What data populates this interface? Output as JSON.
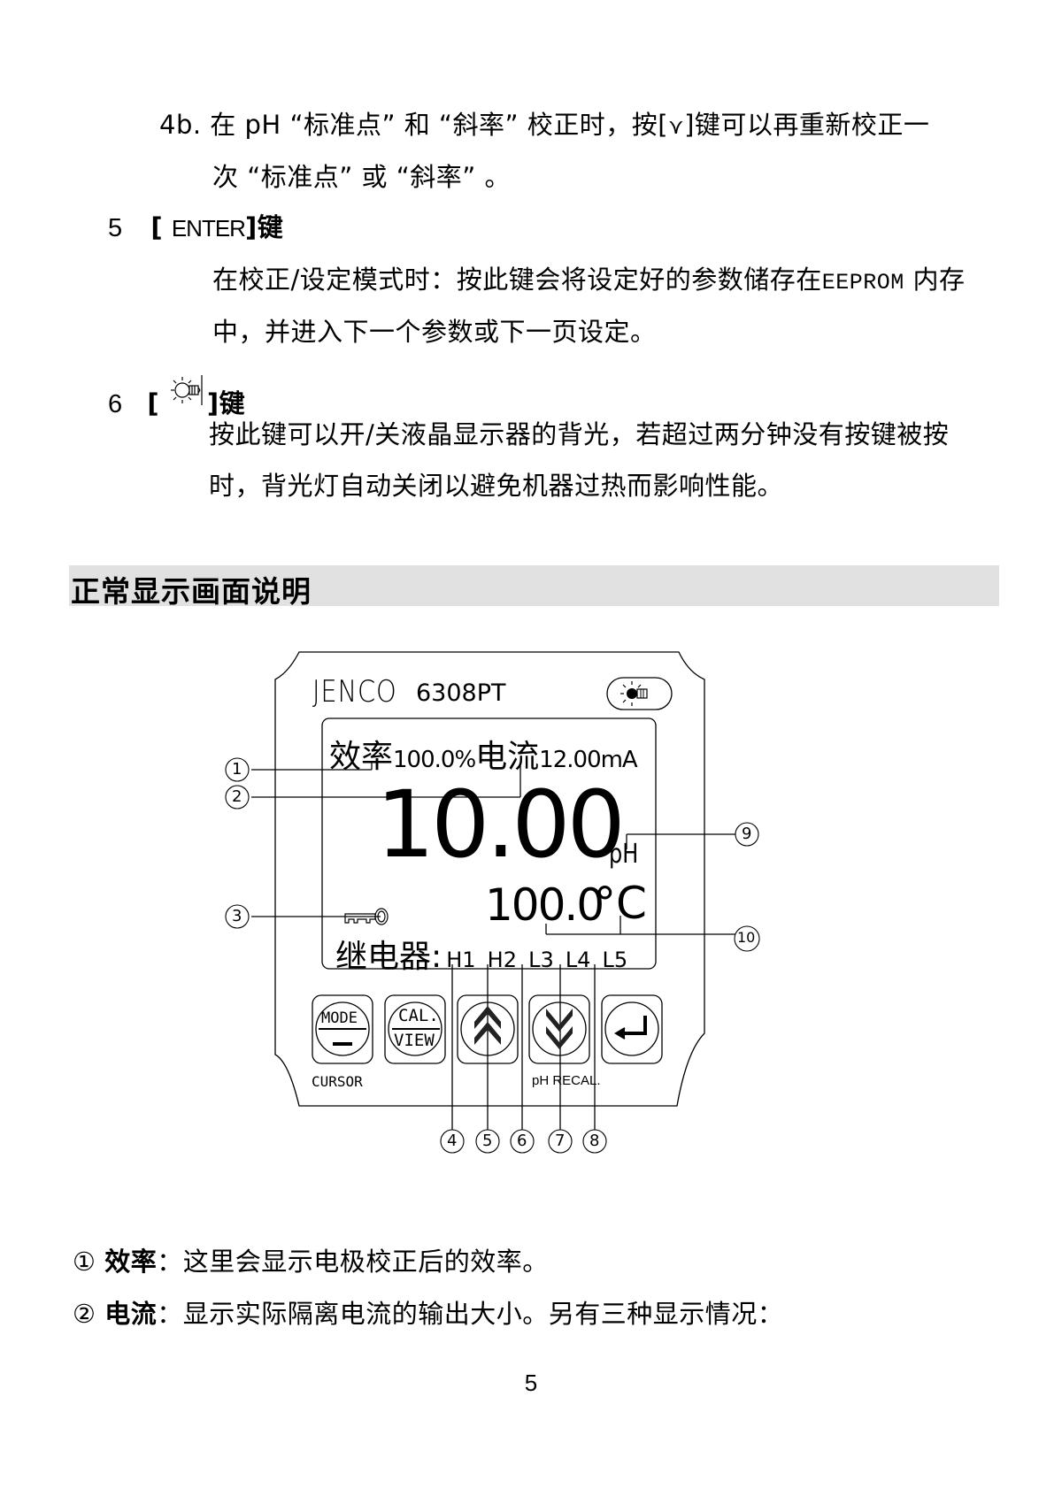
{
  "doc": {
    "item_4b": {
      "line1_prefix": "4b. 在 pH “标准点” 和 “斜率” 校正时，按[",
      "key_glyph": "⋎",
      "line1_suffix": "]键可以再重新校正一",
      "line2": "次 “标准点” 或 “斜率” 。"
    },
    "item_5": {
      "number": "5",
      "bracket_open": "[",
      "key_label": "ENTER",
      "bracket_close": "]键",
      "line1_prefix": "在校正/设定模式时：按此键会将设定好的参数储存在",
      "line1_mono": "EEPROM",
      "line1_suffix": " 内存",
      "line2": "中，并进入下一个参数或下一页设定。"
    },
    "item_6": {
      "number": "6",
      "bracket_open": "[",
      "key_icon": "backlight-bulb-icon",
      "bracket_close": "]键",
      "line1": "按此键可以开/关液晶显示器的背光，若超过两分钟没有按键被按",
      "line2": "时，背光灯自动关闭以避免机器过热而影响性能。"
    },
    "section_title": "正常显示画面说明",
    "legend": [
      {
        "marker": "①",
        "term": "效率",
        "sep": "：",
        "text": "这里会显示电极校正后的效率。"
      },
      {
        "marker": "②",
        "term": "电流",
        "sep": "：",
        "text": "显示实际隔离电流的输出大小。另有三种显示情况："
      }
    ],
    "page_number": "5"
  },
  "device": {
    "brand": "JENCO",
    "model": "6308PT",
    "backlight_button_icon": "backlight-bulb-icon",
    "lcd": {
      "efficiency_label": "效率",
      "efficiency_value": "100.0%",
      "current_label": "电流",
      "current_value": "12.00mA",
      "ph_value": "10.00",
      "ph_unit": "pH",
      "temp_value": "100.0",
      "temp_unit": "°C",
      "lock_icon": "key-icon",
      "relay_label": "继电器:",
      "relays": [
        "H1",
        "H2",
        "L3",
        "L4",
        "L5"
      ]
    },
    "buttons": [
      {
        "id": "mode",
        "top": "MODE",
        "bottom": "—"
      },
      {
        "id": "cal-view",
        "top": "CAL.",
        "bottom": "VIEW"
      },
      {
        "id": "up",
        "icon": "double-chevron-up-icon"
      },
      {
        "id": "down",
        "icon": "double-chevron-down-icon"
      },
      {
        "id": "enter",
        "icon": "enter-arrow-icon"
      }
    ],
    "sub_labels": {
      "cursor": "CURSOR",
      "ph_recal": "pH RECAL."
    },
    "callouts": [
      "1",
      "2",
      "3",
      "4",
      "5",
      "6",
      "7",
      "8",
      "9",
      "10"
    ]
  }
}
